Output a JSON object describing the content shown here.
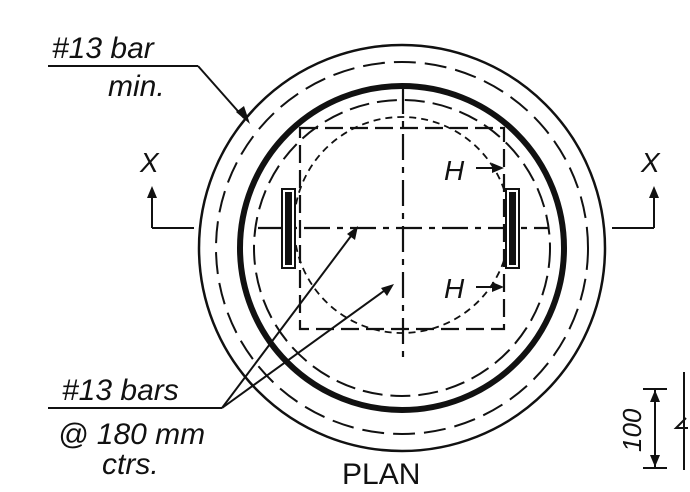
{
  "labels": {
    "top_left_line1": "#13 bar",
    "top_left_line2": "min.",
    "section_mark_left": "X",
    "section_mark_right": "X",
    "h_upper": "H",
    "h_lower": "H",
    "bottom_left_line1": "#13 bars",
    "bottom_left_line2": "@ 180 mm",
    "bottom_left_line3": "ctrs.",
    "view_title": "PLAN",
    "dimension_value": "100"
  },
  "colors": {
    "ink": "#111111",
    "background": "#ffffff"
  }
}
